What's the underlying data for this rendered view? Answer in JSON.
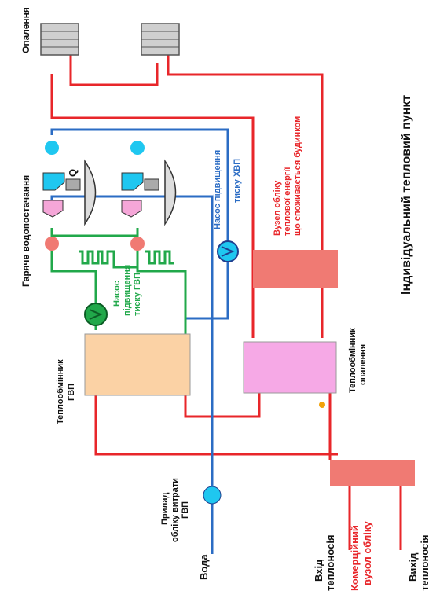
{
  "title": "Індивідуальний тепловий пункт",
  "labels": {
    "heating": "Опалення",
    "hot_water_supply": "Гаряче водопостачання",
    "heat_meter_line1": "Вузел обліку",
    "heat_meter_line2": "теплової енергії",
    "heat_meter_line3": "що споживається будинком",
    "cold_pump_line1": "Насос підвищення",
    "cold_pump_line2": "тиску ХВП",
    "hot_pump_line1": "Насос",
    "hot_pump_line2": "підвищення",
    "hot_pump_line3": "тиску ГВП",
    "dhw_exchanger_line1": "Теплообмінник",
    "dhw_exchanger_line2": "ГВП",
    "heating_exchanger_line1": "Теплообмінник",
    "heating_exchanger_line2": "опалення",
    "water_meter_line1": "Прилад",
    "water_meter_line2": "обліку витрати",
    "water_meter_line3": "ГВП",
    "water": "Вода",
    "supply_line1": "Вхід",
    "supply_line2": "теплоносія",
    "commercial_line1": "Комерційний",
    "commercial_line2": "вузол обліку",
    "return_line1": "Вихід",
    "return_line2": "теплоносія",
    "tap_symbol": "Q"
  },
  "colors": {
    "hot": "#e8262a",
    "cold": "#2b6cc4",
    "circulation": "#21a84a",
    "dark_blue": "#1f3f8f",
    "meter": "#f07a73",
    "dhw_exchanger": "#fbd2a5",
    "heating_exchanger": "#f6a9e6",
    "text": "#111111"
  }
}
